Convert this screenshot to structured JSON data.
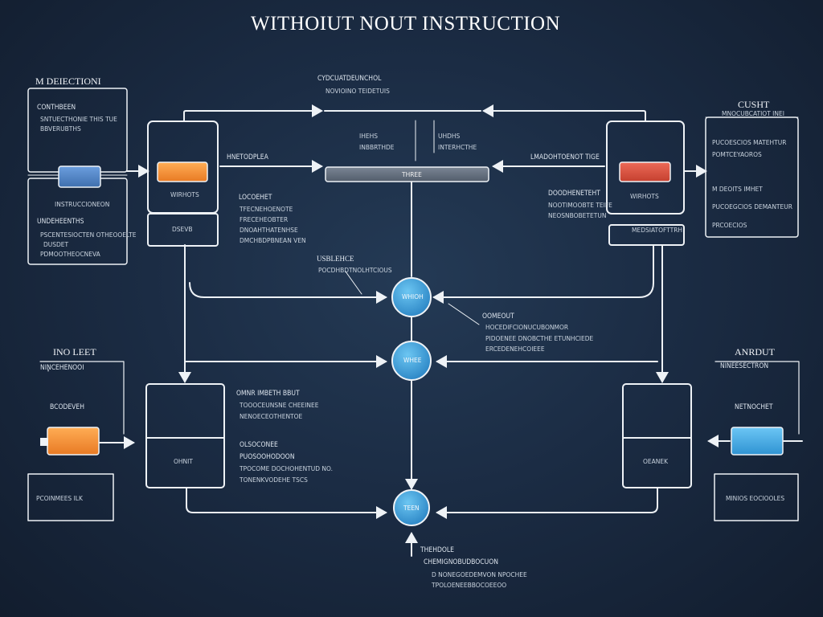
{
  "title": "WITHOIUT NOUT INSTRUCTION",
  "colors": {
    "background": "#1b2c44",
    "line": "#eef2f6",
    "node_blue": "#3da0d8",
    "bar_blue": "#4f82c4",
    "bar_orange": "#f08a30",
    "bar_red": "#d9503f",
    "bar_gray": "#5f6a78",
    "bar_light_blue": "#3fa9e6"
  },
  "panels": {
    "top_left": {
      "header": "M DEIECTIONI",
      "box1": {
        "lines": [
          "CONTHBEEN",
          "SNTUECTHONIE THIS TUE",
          "BBVERUBTHS"
        ]
      },
      "box2": {
        "label": "INSTRUCCIONEON",
        "lines": [
          "UNDEHEENTHS",
          "PSCENTESIOCTEN OTHEOOELTE",
          "DUSDET",
          "PDMOOTHEOCNEVA"
        ]
      }
    },
    "top_center": {
      "header": "CYDCUATDEUNCHOL",
      "sub": "NOVIOINO TEIDETUIS",
      "col_left": [
        "IHEHS",
        "INBBRTHDE"
      ],
      "col_right": [
        "UHDHS",
        "INTERHCTHE"
      ],
      "bar_label": "THREE",
      "arrow_label": "HNETODPLEA"
    },
    "top_right": {
      "header": "CUSHT",
      "lines": [
        "MNOCUBCATIOT INEI",
        "PUCOESCIOS MATEHTUR",
        "POMTCEYAOROS",
        "M DEOITS IMHET",
        "PUCOEGCIOS DEMANTEUR",
        "PRCOECIOS"
      ],
      "arrow_label": "LMADOHTOENOT TIGE"
    },
    "left_block": {
      "bar_label": "WIRHOTS",
      "lower_label": "DSEVB",
      "notes_title": "LOCOEHET",
      "notes": [
        "TFECNEHOENOTE",
        "FRECEHEOBTER",
        "DNOAHTHATENHSE",
        "DMCHBDPBNEAN VEN"
      ]
    },
    "right_block": {
      "bar_label": "WIRHOTS",
      "lower_label": "MEDSIATOFTTRH",
      "notes_title": "DOODHENETEHT",
      "notes": [
        "NOOTIMOOBTE TEIFE",
        "NEOSNBOBETETUN"
      ]
    },
    "visible": {
      "label": "USBLEHCE",
      "sub": "POCDHBDTNOLHTCIOUS"
    },
    "nodes": {
      "n1": "WHIOH",
      "n2": "WHEE",
      "n3": "TEEN"
    },
    "oomeout": {
      "title": "OOMEOUT",
      "lines": [
        "HOCEDIFCIONUCUBONMOR",
        "PIDOENEE DNOBCTHE ETUNHCIEDE",
        "ERCEDENEHCOIEEE"
      ]
    },
    "mid_left_notes": {
      "title": "OMNR IMBETH BBUT",
      "lines": [
        "TOOOCEUNSNE CHEEINEE",
        "NENOECEOTHENTOE"
      ]
    },
    "mid_left_notes2": {
      "title": "OLSOCONEE",
      "sub": "PUOSOOHODOON",
      "lines": [
        "TPOCOME DOCHOHENTUD NO.",
        "TONENKVODEHE TSCS"
      ]
    },
    "bottom_left": {
      "header": "INO LEET",
      "sub": "NINCEHENOOI",
      "bar_label": "BCODEVEH",
      "box_label": "PCOINMEES ILK",
      "main_box_label": "OHNIT"
    },
    "bottom_right": {
      "header": "ANRDUT",
      "sub": "NINEESECTRON",
      "bar_label": "NETNOCHET",
      "box_label": "MINIOS EOCIOOLES",
      "main_box_label": "OEANEK"
    },
    "bottom_center": {
      "title": "THEHDOLE",
      "sub": "CHEMIGNOBUDBOCUON",
      "lines": [
        "D NONEGOEDEMVON NPOCHEE",
        "TPOLOENEEBBOCOEEOO"
      ]
    }
  }
}
